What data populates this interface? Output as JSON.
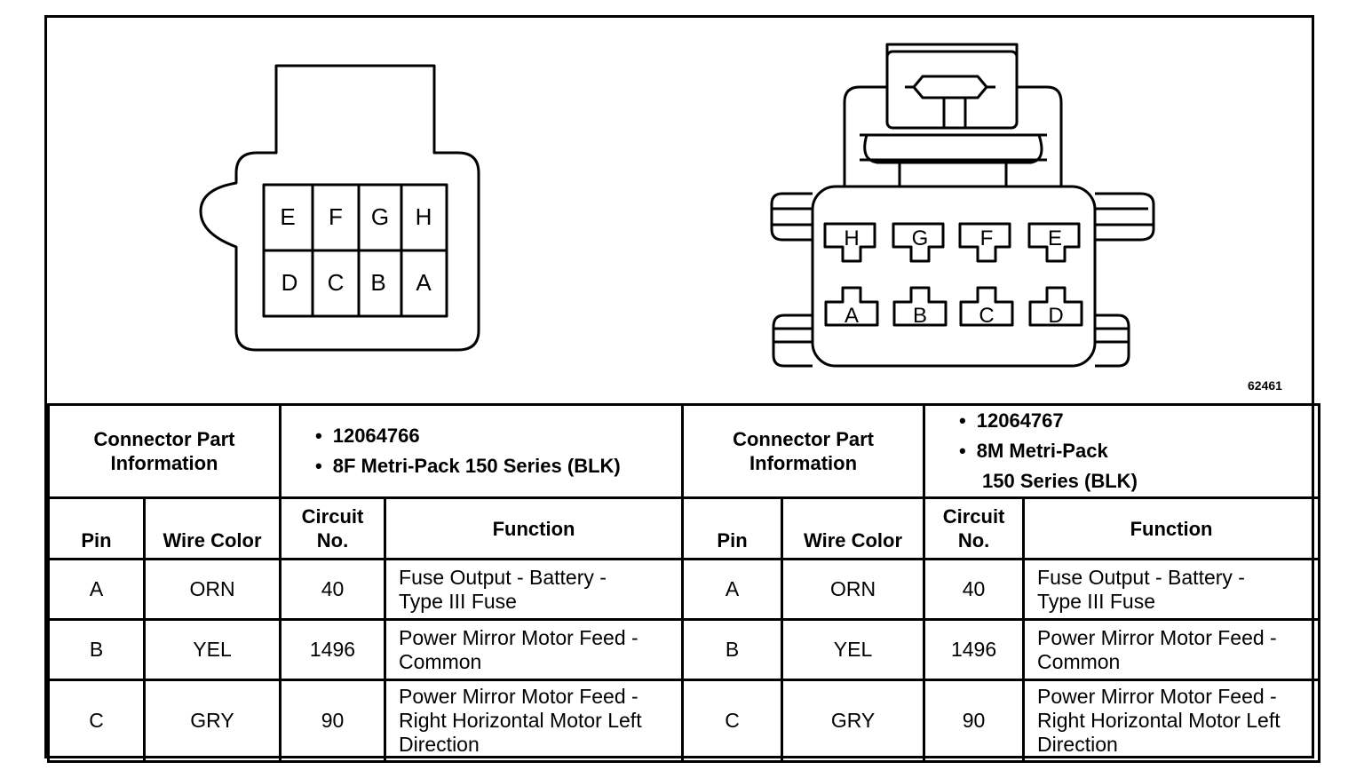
{
  "figure_number": "62461",
  "left_connector": {
    "pins_top_row": [
      "E",
      "F",
      "G",
      "H"
    ],
    "pins_bottom_row": [
      "D",
      "C",
      "B",
      "A"
    ],
    "part_info_label_line1": "Connector Part",
    "part_info_label_line2": "Information",
    "part_number": "12064766",
    "description": "8F Metri-Pack 150 Series (BLK)"
  },
  "right_connector": {
    "pins_top_row": [
      "H",
      "G",
      "F",
      "E"
    ],
    "pins_bottom_row": [
      "A",
      "B",
      "C",
      "D"
    ],
    "part_info_label_line1": "Connector Part",
    "part_info_label_line2": "Information",
    "part_number": "12064767",
    "description_line1": "8M Metri-Pack",
    "description_line2": "150 Series (BLK)"
  },
  "columns": {
    "pin": "Pin",
    "wire_color": "Wire Color",
    "circuit_line1": "Circuit",
    "circuit_line2": "No.",
    "function": "Function"
  },
  "rows": [
    {
      "pin": "A",
      "wire_color": "ORN",
      "circuit": "40",
      "function_line1": "Fuse Output - Battery -",
      "function_line2": "Type III Fuse",
      "function_line3": ""
    },
    {
      "pin": "B",
      "wire_color": "YEL",
      "circuit": "1496",
      "function_line1": "Power Mirror Motor Feed -",
      "function_line2": "Common",
      "function_line3": ""
    },
    {
      "pin": "C",
      "wire_color": "GRY",
      "circuit": "90",
      "function_line1": "Power Mirror Motor Feed -",
      "function_line2": "Right Horizontal Motor Left",
      "function_line3": "Direction"
    }
  ]
}
